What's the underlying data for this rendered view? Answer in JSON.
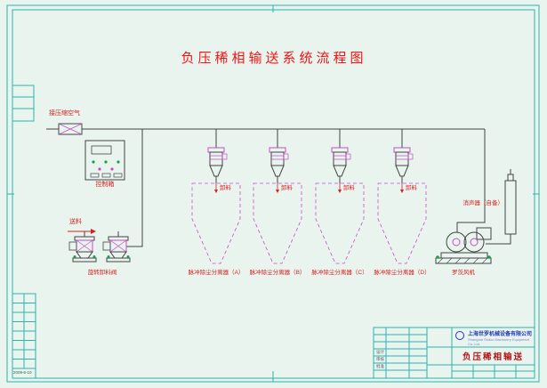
{
  "title": "负压稀相输送系统流程图",
  "labels": {
    "air_inlet": "接压缩空气",
    "control_box": "控制箱",
    "feed": "送料",
    "discharge": "卸料",
    "rotary_valve": "旋转卸料阀",
    "blower": "罗茨风机",
    "muffler": "消声器（自备）"
  },
  "separators": [
    {
      "label": "脉冲除尘分离器（A）"
    },
    {
      "label": "脉冲除尘分离器（B）"
    },
    {
      "label": "脉冲除尘分离器（C）"
    },
    {
      "label": "脉冲除尘分离器（D）"
    }
  ],
  "title_block": {
    "company": "上海世罗机械设备有限公司",
    "company_en": "Shanghai Shiluo Machinery Equipment Co.,Ltd.",
    "drawing_title": "负压稀相输送",
    "sign_rows": [
      "设计",
      "审核",
      "批准"
    ],
    "date": "2009-6-10"
  },
  "colors": {
    "frame": "#2ab5ad",
    "title_red": "#f01414",
    "label_red": "#d81f1f",
    "equipment_magenta": "#c44fc4",
    "pipe": "#444444",
    "green_dot": "#18a04a",
    "company_blue": "#2238bb",
    "background": "#e9f4ee"
  }
}
